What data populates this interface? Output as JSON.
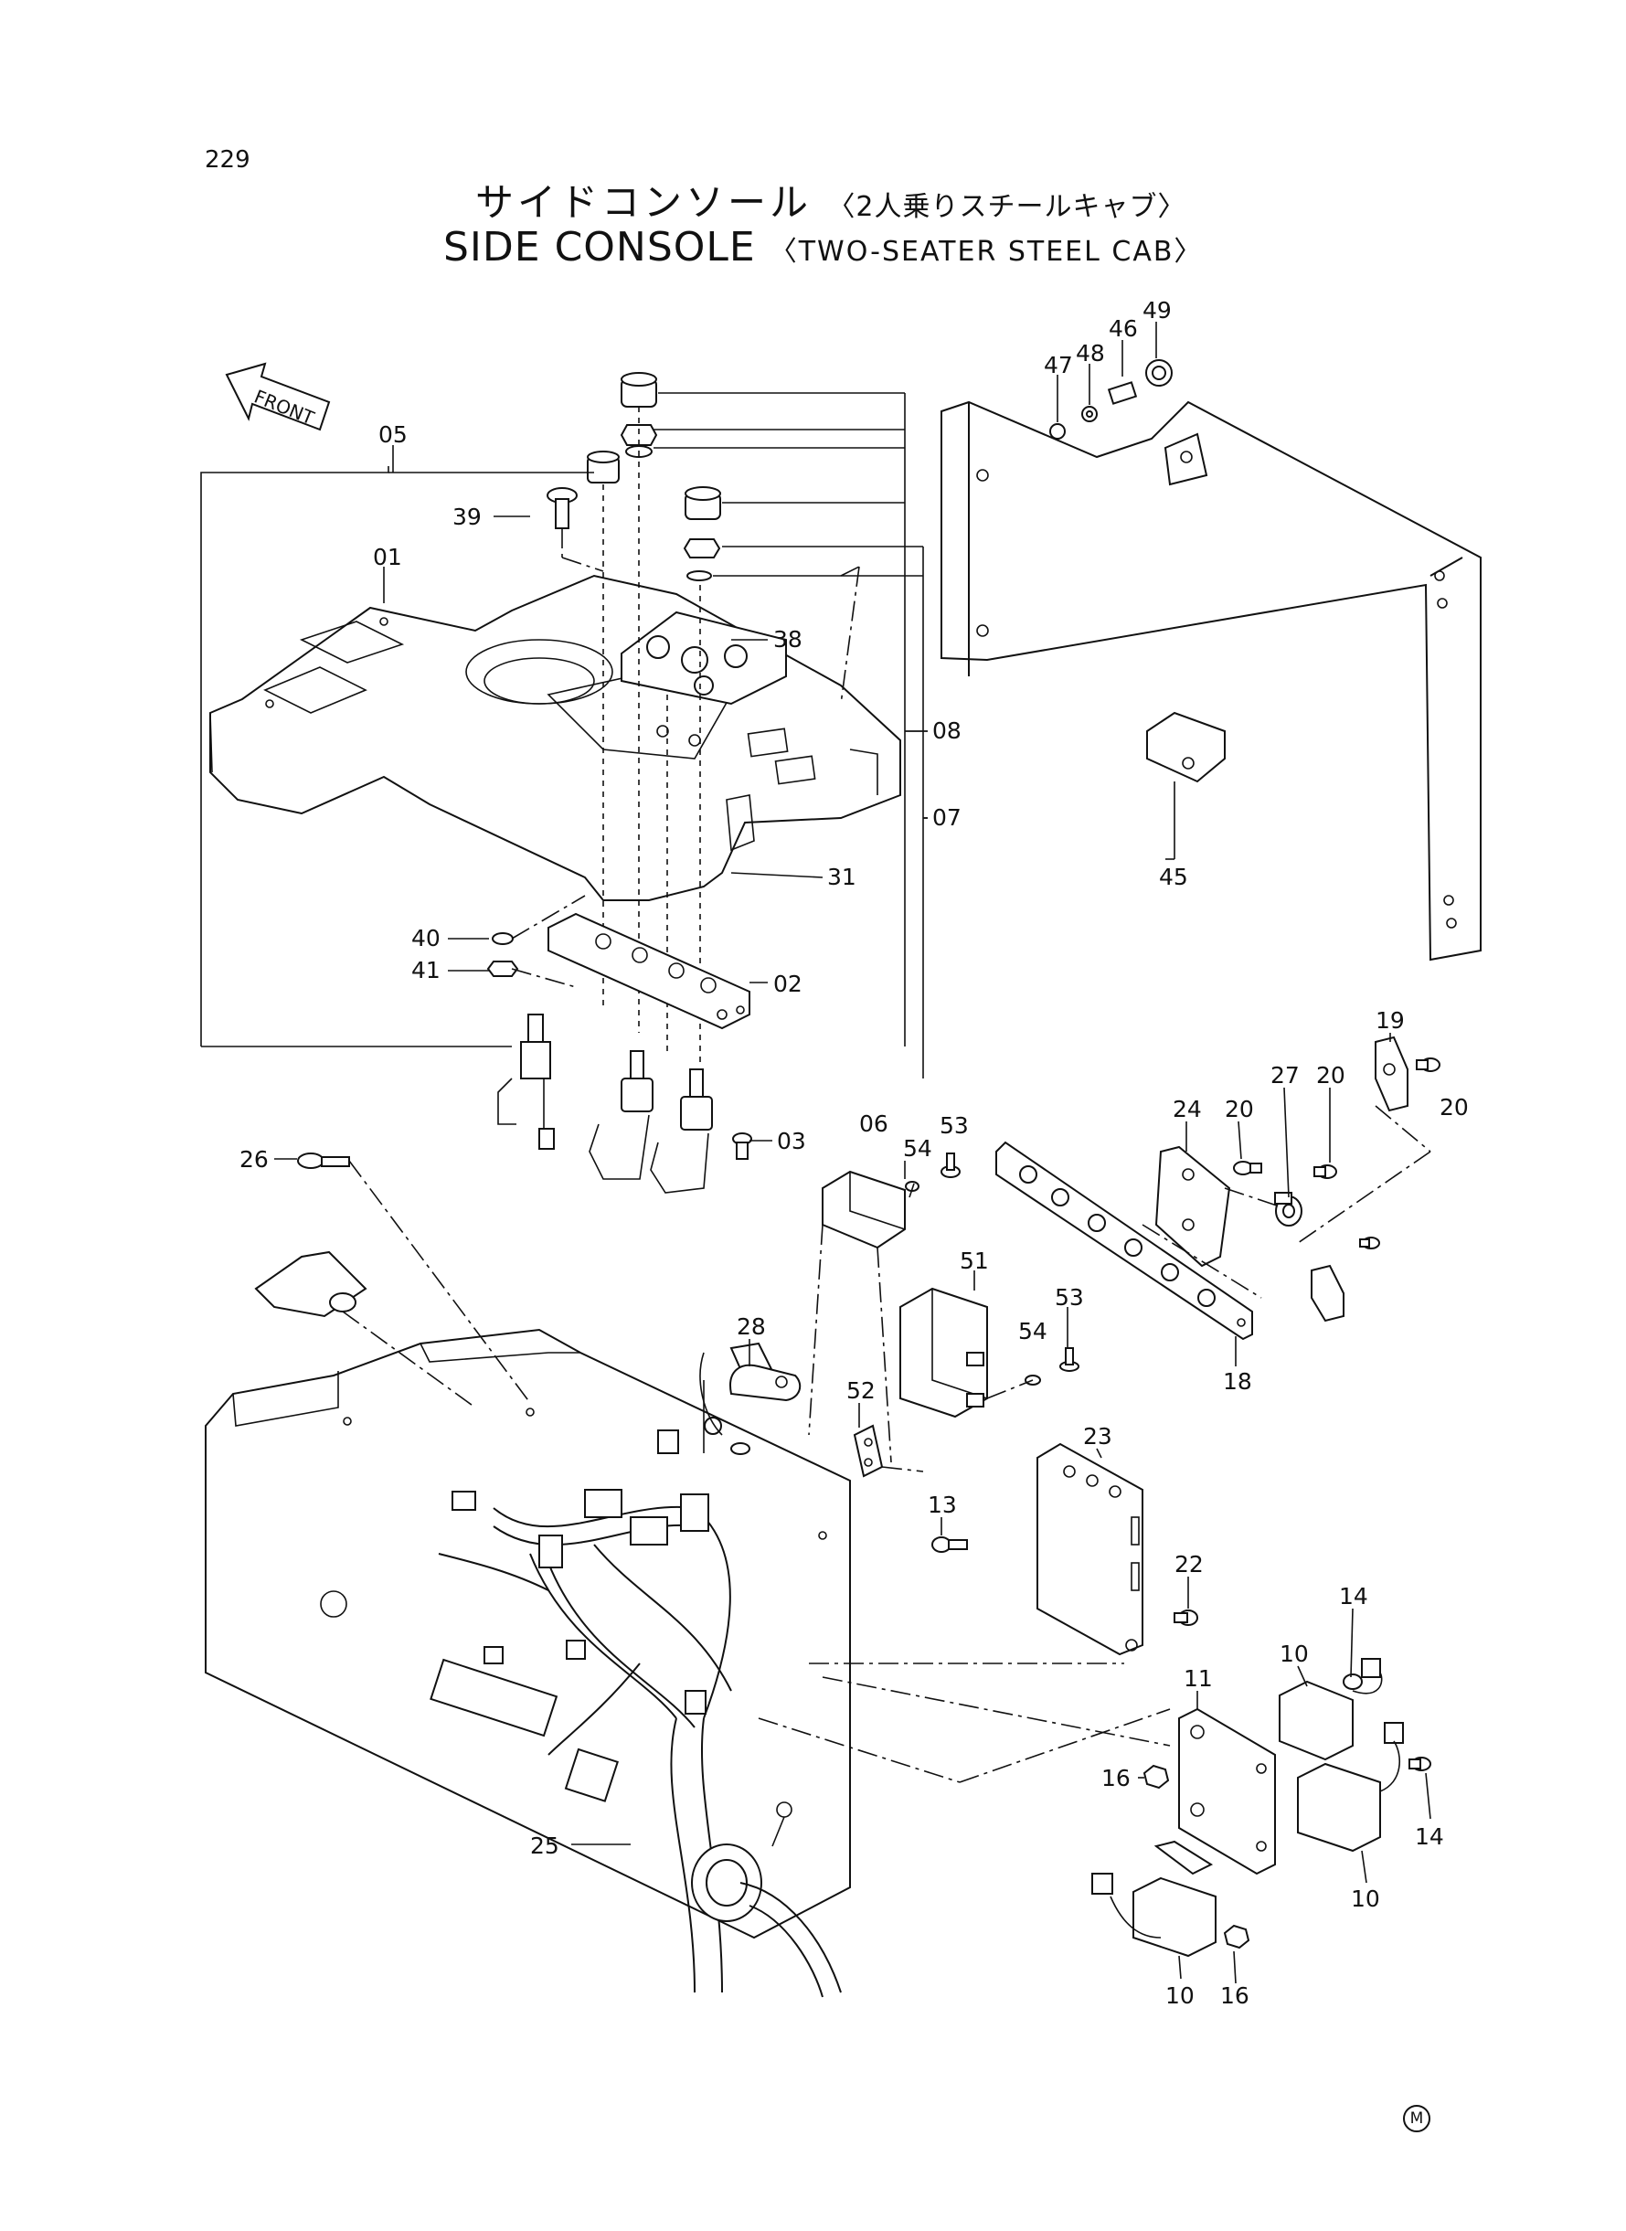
{
  "page_number": "229",
  "title": {
    "jp": "サイドコンソール",
    "jp_sub": "〈2人乗りスチールキャブ〉",
    "en": "SIDE CONSOLE",
    "en_sub": "〈TWO-SEATER STEEL CAB〉"
  },
  "front_label": "FRONT",
  "marker": "M",
  "callouts": {
    "c01": "01",
    "c02": "02",
    "c03": "03",
    "c05": "05",
    "c06": "06",
    "c07": "07",
    "c08": "08",
    "c10a": "10",
    "c10b": "10",
    "c10c": "10",
    "c11": "11",
    "c13": "13",
    "c14a": "14",
    "c14b": "14",
    "c16a": "16",
    "c16b": "16",
    "c18": "18",
    "c19": "19",
    "c20a": "20",
    "c20b": "20",
    "c20c": "20",
    "c22": "22",
    "c23": "23",
    "c24": "24",
    "c25": "25",
    "c26": "26",
    "c27": "27",
    "c28": "28",
    "c31": "31",
    "c38": "38",
    "c39": "39",
    "c40": "40",
    "c41": "41",
    "c45": "45",
    "c46": "46",
    "c47": "47",
    "c48": "48",
    "c49": "49",
    "c51": "51",
    "c52": "52",
    "c53a": "53",
    "c53b": "53",
    "c54a": "54",
    "c54b": "54"
  }
}
